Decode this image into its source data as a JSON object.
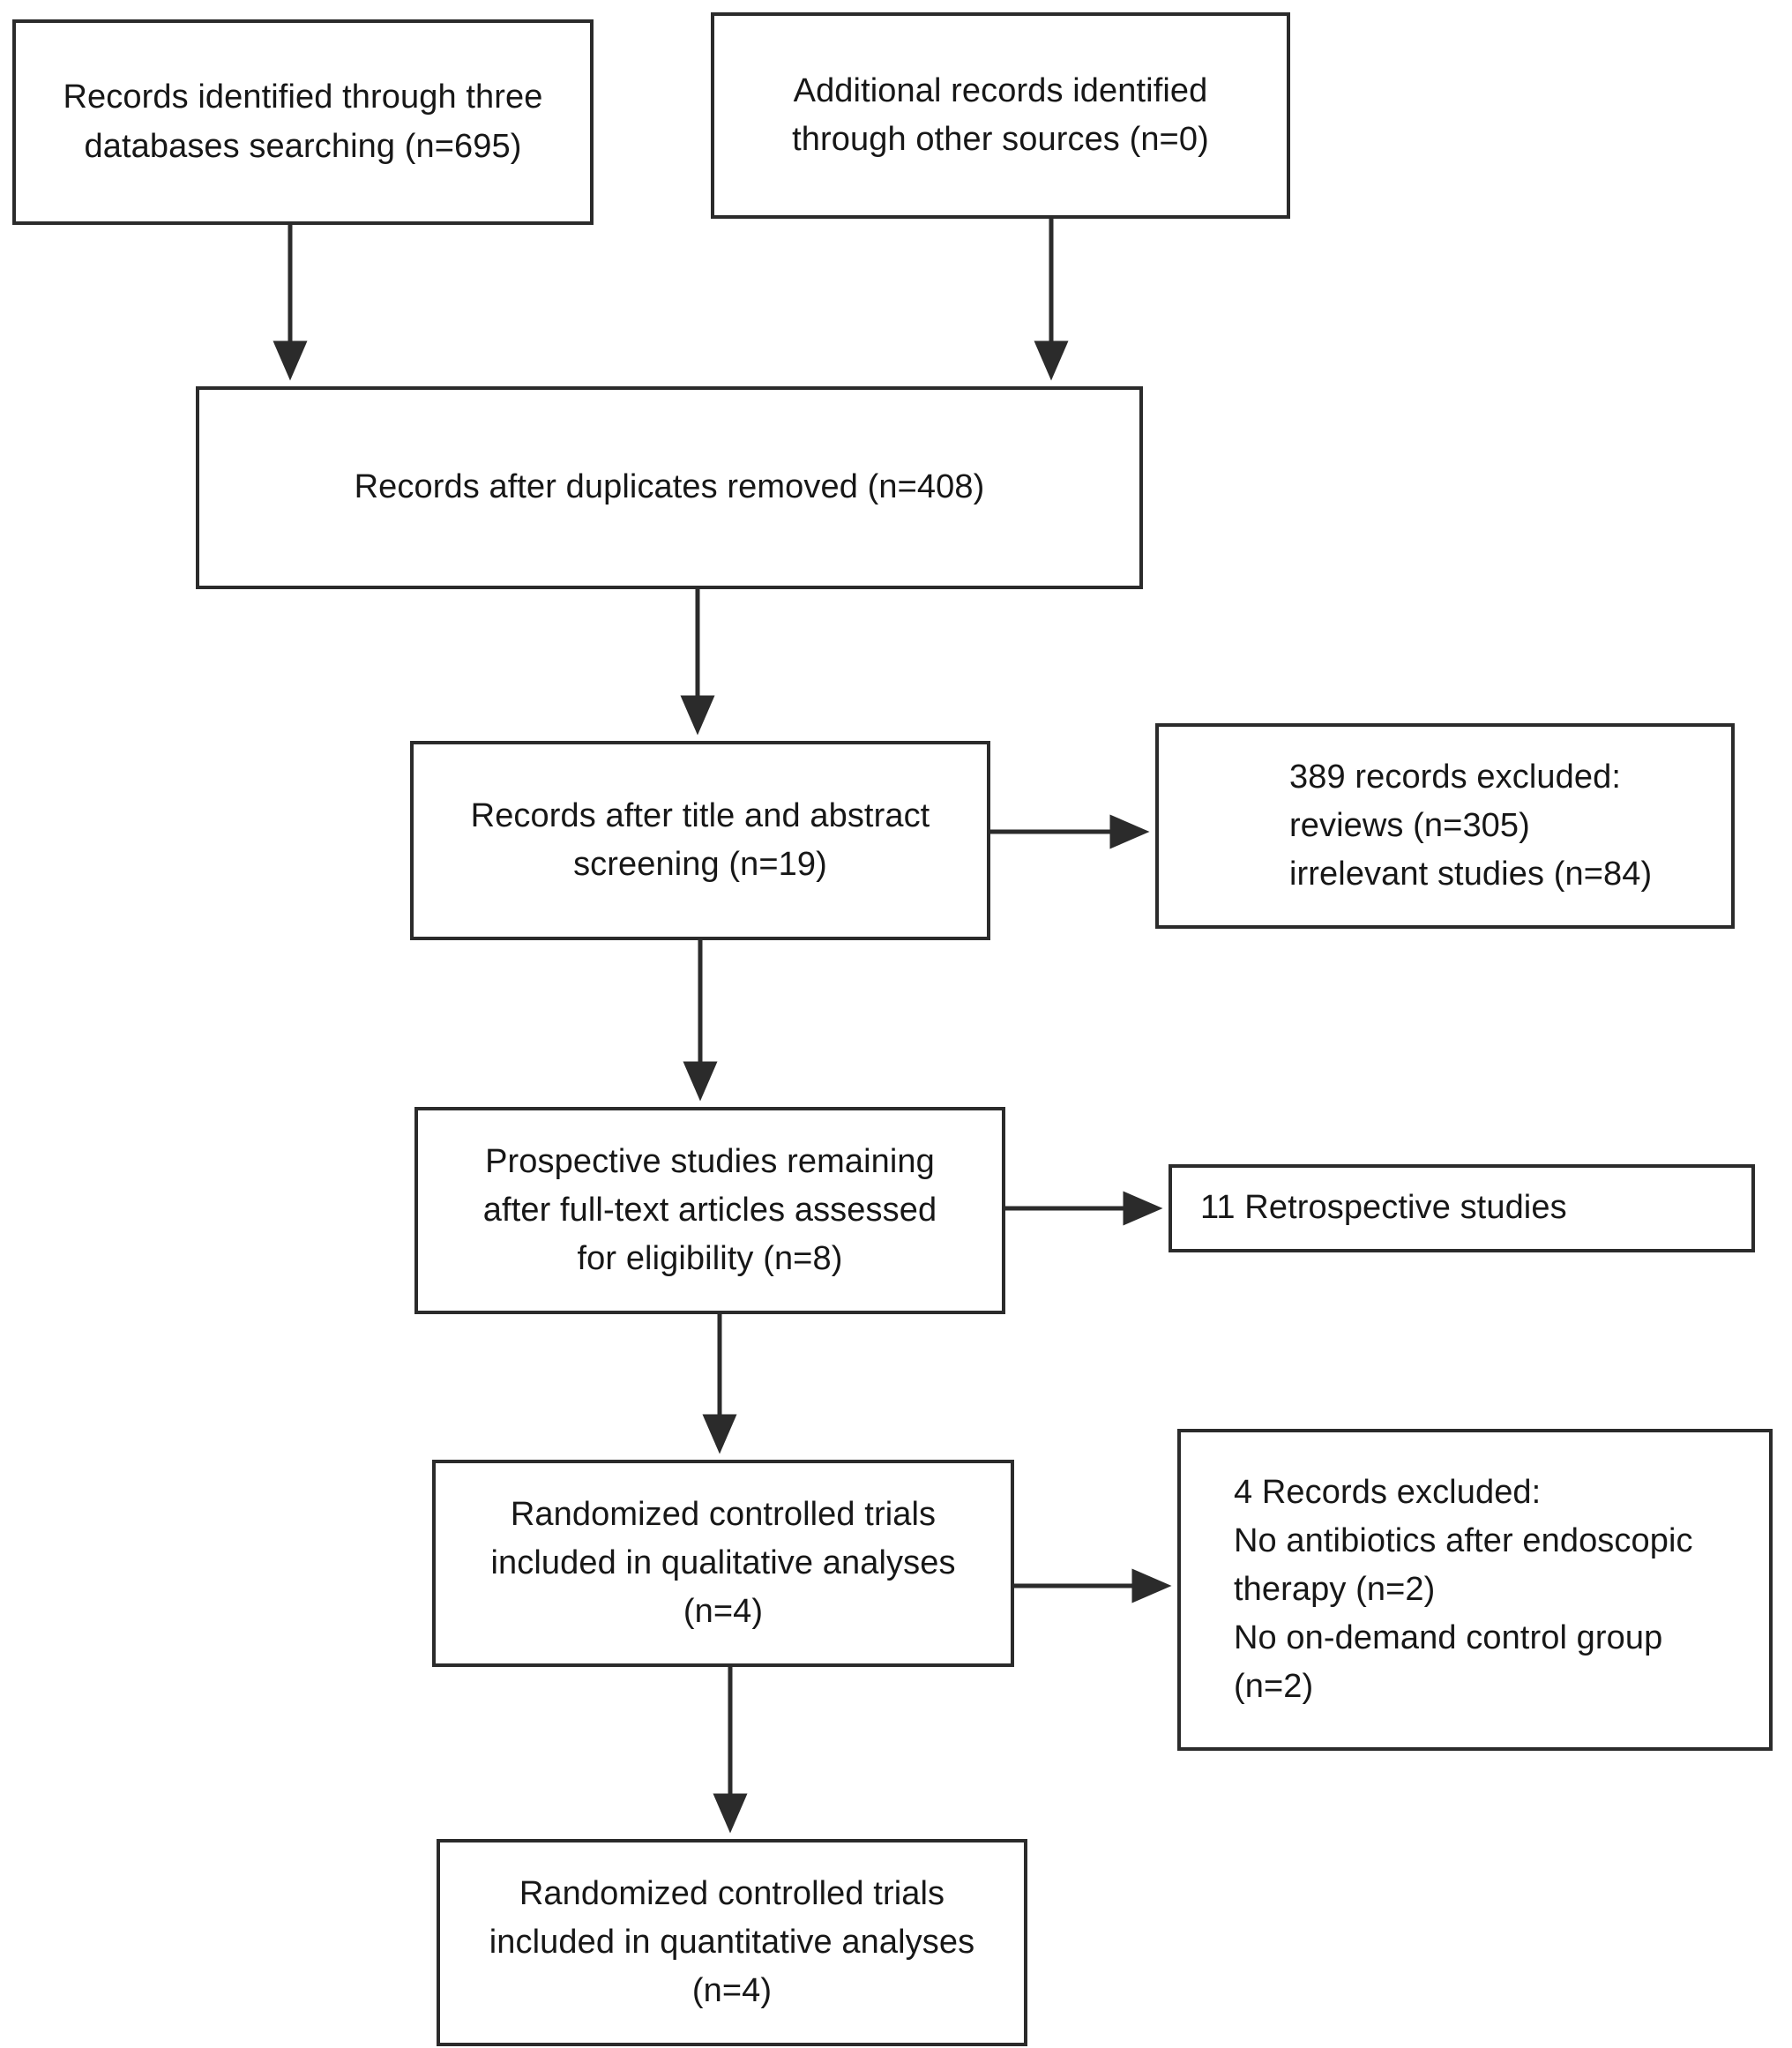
{
  "diagram": {
    "title": "PRISMA study selection flow diagram",
    "stroke_color": "#2b2b2b",
    "text_color": "#171717",
    "background_color": "#ffffff"
  },
  "boxes": {
    "records_identified_databases": {
      "label": "Records identified through three\ndatabases searching (n=695)",
      "count": 695
    },
    "records_identified_other": {
      "label": "Additional records identified\nthrough other sources (n=0)",
      "count": 0
    },
    "records_after_duplicates": {
      "label": "Records after duplicates removed (n=408)",
      "count": 408
    },
    "records_after_screening": {
      "label": "Records after title and abstract\nscreening (n=19)",
      "count": 19
    },
    "records_excluded_screening": {
      "label": "389 records excluded:\n   reviews (n=305)\n   irrelevant studies (n=84)",
      "count": 389
    },
    "prospective_studies": {
      "label": "Prospective studies remaining\nafter full-text articles assessed\nfor eligibility (n=8)",
      "count": 8
    },
    "retrospective_studies": {
      "label": "11 Retrospective studies",
      "count": 11
    },
    "rct_qualitative": {
      "label": "Randomized controlled trials\nincluded in qualitative analyses\n(n=4)",
      "count": 4
    },
    "records_excluded_fulltext": {
      "label": "4 Records excluded:\n   No antibiotics after endoscopic\n   therapy (n=2)\n   No on-demand control group\n   (n=2)",
      "count": 4
    },
    "rct_quantitative": {
      "label": "Randomized controlled trials\nincluded in quantitative analyses\n(n=4)",
      "count": 4
    }
  },
  "chart_data": {
    "type": "diagram",
    "title": "PRISMA study selection flow diagram",
    "nodes": [
      {
        "id": "records_identified_databases",
        "stage": "identification",
        "n": 695,
        "text": "Records identified through three databases searching (n=695)"
      },
      {
        "id": "records_identified_other",
        "stage": "identification",
        "n": 0,
        "text": "Additional records identified through other sources (n=0)"
      },
      {
        "id": "records_after_duplicates",
        "stage": "screening",
        "n": 408,
        "text": "Records after duplicates removed (n=408)"
      },
      {
        "id": "records_after_screening",
        "stage": "screening",
        "n": 19,
        "text": "Records after title and abstract screening (n=19)"
      },
      {
        "id": "records_excluded_screening",
        "stage": "excluded",
        "n": 389,
        "text": "389 records excluded: reviews (n=305), irrelevant studies (n=84)"
      },
      {
        "id": "prospective_studies",
        "stage": "eligibility",
        "n": 8,
        "text": "Prospective studies remaining after full-text articles assessed for eligibility (n=8)"
      },
      {
        "id": "retrospective_studies",
        "stage": "excluded",
        "n": 11,
        "text": "11 Retrospective studies"
      },
      {
        "id": "rct_qualitative",
        "stage": "included",
        "n": 4,
        "text": "Randomized controlled trials included in qualitative analyses (n=4)"
      },
      {
        "id": "records_excluded_fulltext",
        "stage": "excluded",
        "n": 4,
        "text": "4 Records excluded: No antibiotics after endoscopic therapy (n=2), No on-demand control group (n=2)"
      },
      {
        "id": "rct_quantitative",
        "stage": "included",
        "n": 4,
        "text": "Randomized controlled trials included in quantitative analyses (n=4)"
      }
    ],
    "edges": [
      {
        "from": "records_identified_databases",
        "to": "records_after_duplicates"
      },
      {
        "from": "records_identified_other",
        "to": "records_after_duplicates"
      },
      {
        "from": "records_after_duplicates",
        "to": "records_after_screening"
      },
      {
        "from": "records_after_screening",
        "to": "records_excluded_screening"
      },
      {
        "from": "records_after_screening",
        "to": "prospective_studies"
      },
      {
        "from": "prospective_studies",
        "to": "retrospective_studies"
      },
      {
        "from": "prospective_studies",
        "to": "rct_qualitative"
      },
      {
        "from": "rct_qualitative",
        "to": "records_excluded_fulltext"
      },
      {
        "from": "rct_qualitative",
        "to": "rct_quantitative"
      }
    ]
  }
}
